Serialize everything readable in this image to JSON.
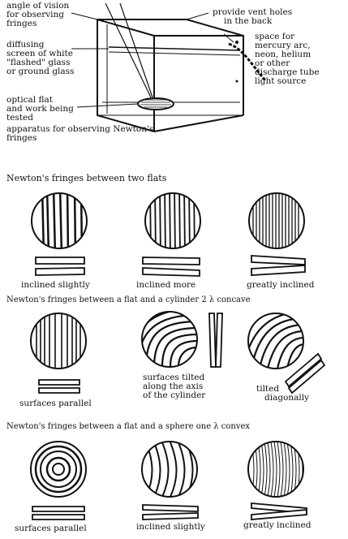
{
  "apparatus": {
    "label_angle": [
      "angle of vision",
      "for observing",
      "fringes"
    ],
    "label_vent": [
      "provide vent holes",
      "in the back"
    ],
    "label_diffuse": [
      "diffusing",
      "screen of white",
      "\"flashed\" glass",
      "or ground glass"
    ],
    "label_space": [
      "space for",
      "mercury arc,",
      "neon, helium",
      "or other",
      "discharge tube",
      "light source"
    ],
    "label_optical": [
      "optical flat",
      "and work being",
      "tested"
    ],
    "caption": "apparatus for observing Newton's fringes"
  },
  "section1": {
    "title": "Newton's fringes between two flats",
    "captions": [
      "inclined slightly",
      "inclined more",
      "greatly inclined"
    ]
  },
  "section2": {
    "title": "Newton's fringes between a flat and a cylinder 2 λ concave",
    "captions": [
      "surfaces parallel",
      [
        "surfaces tilted",
        "along the axis",
        "of the cylinder"
      ],
      [
        "tilted",
        "diagonally"
      ]
    ]
  },
  "section3": {
    "title": "Newton's fringes between a flat and a sphere one λ convex",
    "captions": [
      "surfaces parallel",
      "inclined slightly",
      "greatly inclined"
    ]
  }
}
